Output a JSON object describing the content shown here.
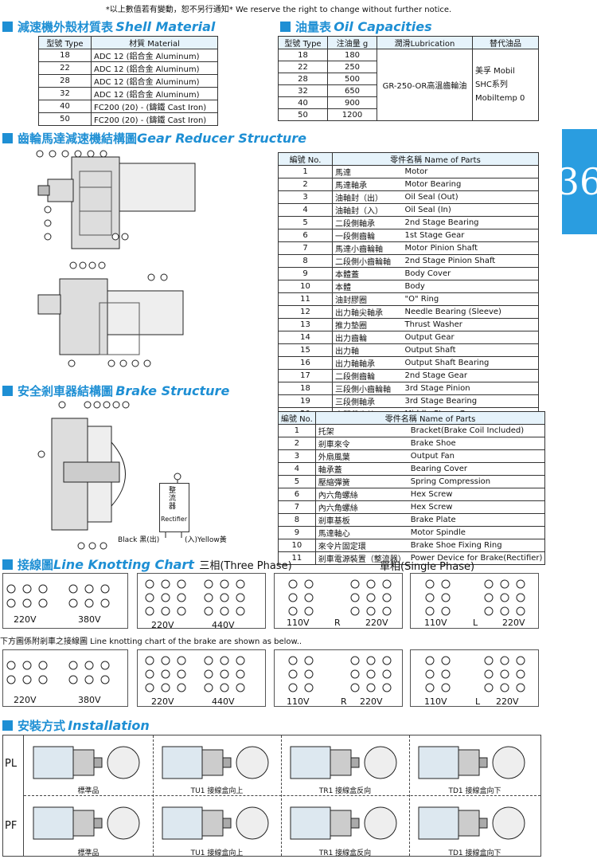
{
  "notice": "*以上數值若有變動，恕不另行通知*   We reserve the right to change without further notice.",
  "page_tab": "36",
  "shell": {
    "title_zh": "減速機外殼材質表",
    "title_en": "Shell Material",
    "headers": [
      "型號 Type",
      "材質 Material"
    ],
    "rows": [
      [
        "18",
        "ADC 12 (鋁合金 Aluminum)"
      ],
      [
        "22",
        "ADC 12 (鋁合金 Aluminum)"
      ],
      [
        "28",
        "ADC 12 (鋁合金 Aluminum)"
      ],
      [
        "32",
        "ADC 12 (鋁合金 Aluminum)"
      ],
      [
        "40",
        "FC200 (20) - (鑄鐵 Cast Iron)"
      ],
      [
        "50",
        "FC200 (20) - (鑄鐵 Cast Iron)"
      ]
    ]
  },
  "oil": {
    "title_zh": "油量表",
    "title_en": "Oil Capacities",
    "headers": [
      "型號 Type",
      "注油量 g",
      "潤滑Lubrication",
      "替代油品"
    ],
    "rows": [
      [
        "18",
        "180"
      ],
      [
        "22",
        "250"
      ],
      [
        "28",
        "500"
      ],
      [
        "32",
        "650"
      ],
      [
        "40",
        "900"
      ],
      [
        "50",
        "1200"
      ]
    ],
    "lubrication": "GR-250-OR高溫齒輪油",
    "alt_oil": [
      "美孚 Mobil",
      "SHC系列",
      "Mobiltemp 0"
    ]
  },
  "gear": {
    "title_zh": "齒輪馬達減速機結構圖",
    "title_en": "Gear Reducer Structure",
    "headers": [
      "編號 No.",
      "零件名稱 Name of Parts"
    ],
    "rows": [
      [
        "1",
        "馬達",
        "Motor"
      ],
      [
        "2",
        "馬達軸承",
        "Motor Bearing"
      ],
      [
        "3",
        "油軸封（出）",
        "Oil Seal (Out)"
      ],
      [
        "4",
        "油軸封（入）",
        "Oil Seal (In)"
      ],
      [
        "5",
        "二段側軸承",
        "2nd Stage Bearing"
      ],
      [
        "6",
        "一段側齒輪",
        "1st Stage Gear"
      ],
      [
        "7",
        "馬達小齒輪軸",
        "Motor Pinion Shaft"
      ],
      [
        "8",
        "二段側小齒輪軸",
        "2nd Stage Pinion Shaft"
      ],
      [
        "9",
        "本體蓋",
        "Body Cover"
      ],
      [
        "10",
        "本體",
        "Body"
      ],
      [
        "11",
        "油封膠圈",
        "\"O\" Ring"
      ],
      [
        "12",
        "出力軸尖軸承",
        "Needle Bearing (Sleeve)"
      ],
      [
        "13",
        "推力墊圈",
        "Thrust Washer"
      ],
      [
        "14",
        "出力齒輪",
        "Output Gear"
      ],
      [
        "15",
        "出力軸",
        "Output Shaft"
      ],
      [
        "16",
        "出力軸軸承",
        "Output Shaft Bearing"
      ],
      [
        "17",
        "二段側齒輪",
        "2nd Stage Gear"
      ],
      [
        "18",
        "三段側小齒輪軸",
        "3rd Stage Pinion"
      ],
      [
        "19",
        "三段側軸承",
        "3rd Stage Bearing"
      ],
      [
        "20",
        "中間段齒輪",
        "Middle Stage Gear"
      ]
    ]
  },
  "brake": {
    "title_zh": "安全剎車器結構圖",
    "title_en": "Brake Structure",
    "headers": [
      "編號 No.",
      "零件名稱 Name of Parts"
    ],
    "rows": [
      [
        "1",
        "托架",
        "Bracket(Brake Coil Included)"
      ],
      [
        "2",
        "剎車來令",
        "Brake Shoe"
      ],
      [
        "3",
        "外扇風葉",
        "Output Fan"
      ],
      [
        "4",
        "軸承蓋",
        "Bearing Cover"
      ],
      [
        "5",
        "壓縮彈簧",
        "Spring Compression"
      ],
      [
        "6",
        "內六角螺絲",
        "Hex Screw"
      ],
      [
        "7",
        "內六角螺絲",
        "Hex Screw"
      ],
      [
        "8",
        "剎車基板",
        "Brake Plate"
      ],
      [
        "9",
        "馬達軸心",
        "Motor Spindle"
      ],
      [
        "10",
        "來令片固定環",
        "Brake Shoe Fixing Ring"
      ],
      [
        "11",
        "剎車電源裝置（整流器）",
        "Power Device for Brake(Rectifier)"
      ]
    ],
    "rectifier": "整流器",
    "rectifier_en": "Rectifier",
    "black": "Black 黑(出)",
    "yellow": "(入)Yellow黃"
  },
  "wiring": {
    "title_zh": "接線圖",
    "title_en": "Line Knotting Chart",
    "three_phase": "三相(Three Phase)",
    "single_phase": "單相(Single Phase)",
    "brake_note": "下方圖係附剎車之接線圖 Line knotting chart of the brake are shown as below..",
    "v220": "220V",
    "v380": "380V",
    "v440": "440V",
    "v110": "110V",
    "R": "R",
    "L": "L"
  },
  "install": {
    "title_zh": "安裝方式",
    "title_en": "Installation",
    "row_labels": [
      "PL",
      "PF"
    ],
    "captions": [
      "標準品",
      "TU1 接線盒向上",
      "TR1 接線盒反向",
      "TD1 接線盒向下"
    ]
  },
  "colors": {
    "accent": "#1e8fd4",
    "tab": "#2a9de0",
    "header_fill": "#e6f3fb"
  }
}
